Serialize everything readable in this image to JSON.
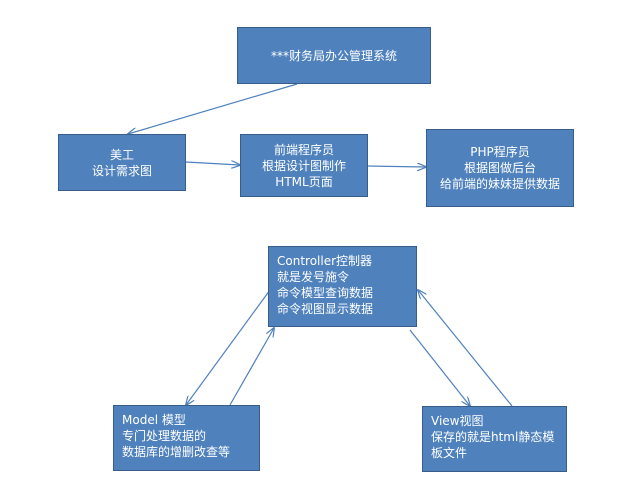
{
  "colors": {
    "box_fill": "#4f81bd",
    "box_border": "#385d8a",
    "arrow": "#4f81bd",
    "text": "#ffffff"
  },
  "diagram": {
    "system": {
      "lines": [
        "***财务局办公管理系统"
      ]
    },
    "designer": {
      "lines": [
        "美工",
        "设计需求图"
      ]
    },
    "frontend": {
      "lines": [
        "前端程序员",
        "根据设计图制作",
        "HTML页面"
      ]
    },
    "php": {
      "lines": [
        "PHP程序员",
        "根据图做后台",
        "给前端的妹妹提供数据"
      ]
    },
    "controller": {
      "lines": [
        "Controller控制器",
        "就是发号施令",
        "命令模型查询数据",
        "命令视图显示数据"
      ]
    },
    "model": {
      "lines": [
        "Model 模型",
        "专门处理数据的",
        "数据库的增删改查等"
      ]
    },
    "view": {
      "lines": [
        "View视图",
        "保存的就是html静态模",
        "板文件"
      ]
    }
  }
}
